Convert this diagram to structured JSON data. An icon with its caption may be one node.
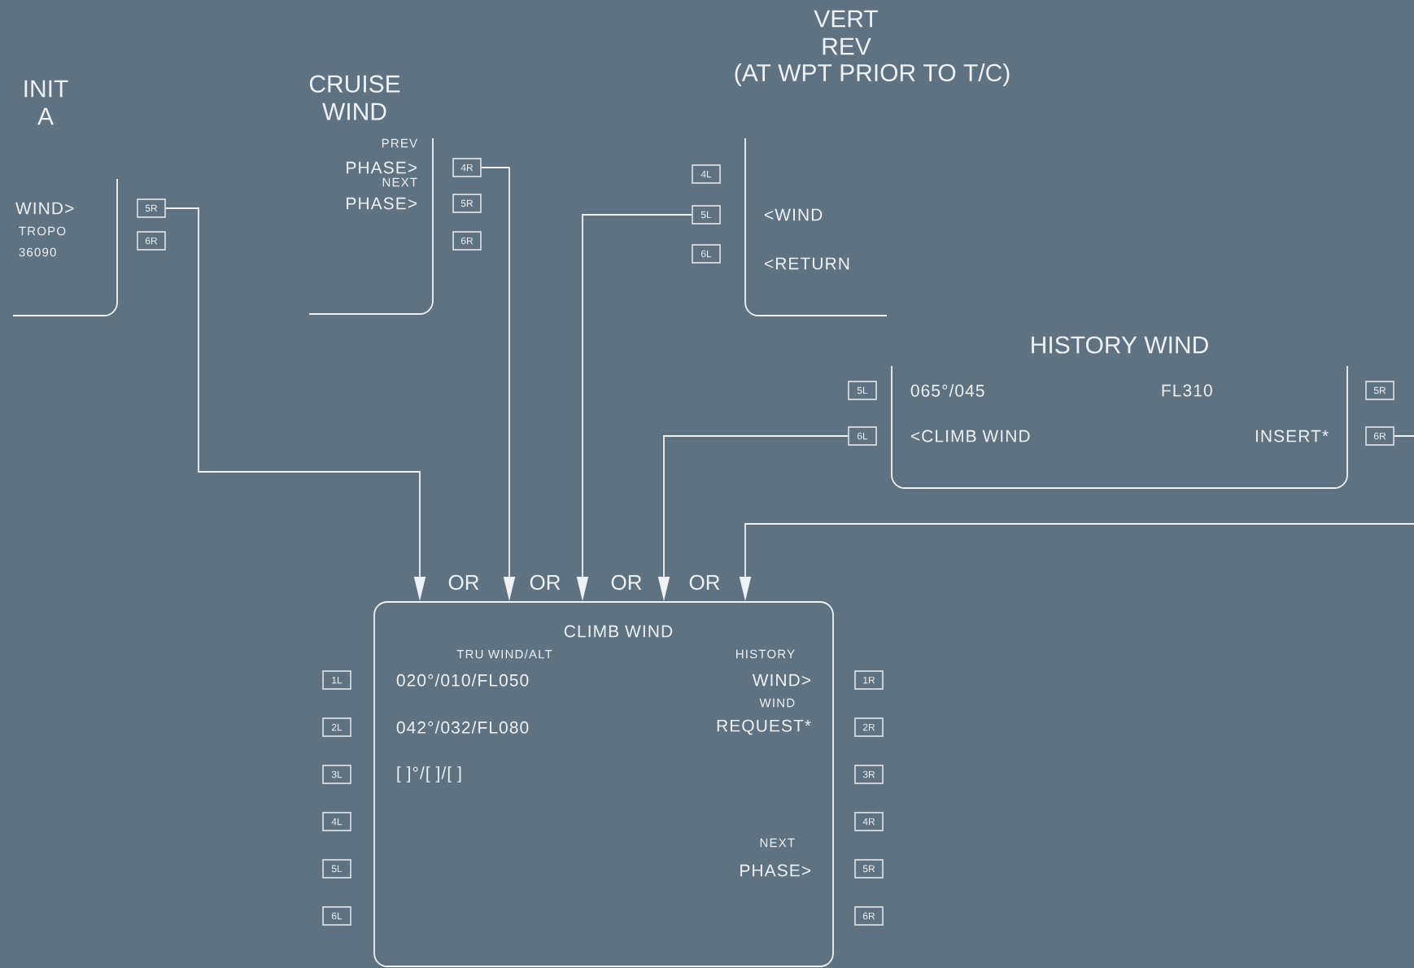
{
  "diagram": {
    "nodes": [
      {
        "text": [
          "INIT A",
          "WIND>",
          "TROPO",
          "36090"
        ]
      },
      {
        "text": [
          "5R"
        ]
      },
      {
        "text": [
          "6R"
        ]
      },
      {
        "text": [
          "CRUISE WIND",
          "PREV",
          "PHASE>",
          "NEXT",
          "PHASE>"
        ]
      },
      {
        "text": [
          "4R"
        ]
      },
      {
        "text": [
          "5R"
        ]
      },
      {
        "text": [
          "6R"
        ]
      },
      {
        "text": [
          "VERT REV",
          "(AT WPT PRIOR TO T/C)",
          "<WIND",
          "<RETURN"
        ]
      },
      {
        "text": [
          "4L"
        ]
      },
      {
        "text": [
          "5L"
        ]
      },
      {
        "text": [
          "6L"
        ]
      },
      {
        "text": [
          "HISTORY WIND",
          "065°/045",
          "FL310",
          "<CLIMB WIND",
          "INSERT*"
        ]
      },
      {
        "text": [
          "5L"
        ]
      },
      {
        "text": [
          "6L"
        ]
      },
      {
        "text": [
          "5R"
        ]
      },
      {
        "text": [
          "6R"
        ]
      },
      {
        "text": [
          "CLIMB WIND",
          "TRU WIND/ALT",
          "HISTORY",
          "020°/010/FL050",
          "WIND>",
          "WIND",
          "042°/032/FL080",
          "REQUEST*",
          "[   ]°/[   ]/[   ]",
          "NEXT",
          "PHASE>"
        ]
      },
      {
        "text": [
          "1L"
        ]
      },
      {
        "text": [
          "2L"
        ]
      },
      {
        "text": [
          "3L"
        ]
      },
      {
        "text": [
          "4L"
        ]
      },
      {
        "text": [
          "5L"
        ]
      },
      {
        "text": [
          "6L"
        ]
      },
      {
        "text": [
          "1R"
        ]
      },
      {
        "text": [
          "2R"
        ]
      },
      {
        "text": [
          "3R"
        ]
      },
      {
        "text": [
          "4R"
        ]
      },
      {
        "text": [
          "5R"
        ]
      },
      {
        "text": [
          "6R"
        ]
      }
    ],
    "edges": [
      {
        "from": 1,
        "to": 16,
        "arrow": "to"
      },
      {
        "from": 4,
        "to": 16,
        "arrow": "to"
      },
      {
        "from": 9,
        "to": 16,
        "arrow": "to"
      },
      {
        "from": 13,
        "to": 16,
        "arrow": "to"
      },
      {
        "from": null,
        "to": 16,
        "arrow": "to"
      }
    ],
    "labels": [
      "OR",
      "OR",
      "OR",
      "OR"
    ]
  }
}
